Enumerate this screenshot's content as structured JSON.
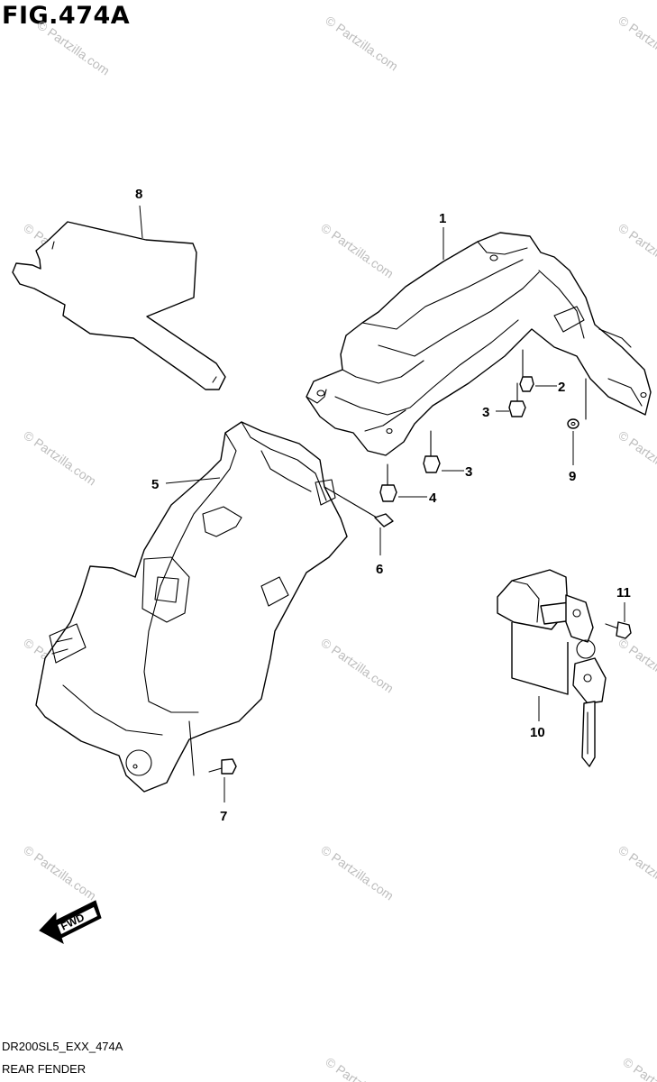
{
  "figure_title": "FIG.474A",
  "diagram_code": "DR200SL5_EXX_474A",
  "diagram_name": "REAR FENDER",
  "fwd_label": "FWD",
  "watermark": "© Partzilla.com",
  "callouts": [
    "1",
    "2",
    "3",
    "3",
    "4",
    "5",
    "6",
    "7",
    "8",
    "9",
    "10",
    "11"
  ]
}
